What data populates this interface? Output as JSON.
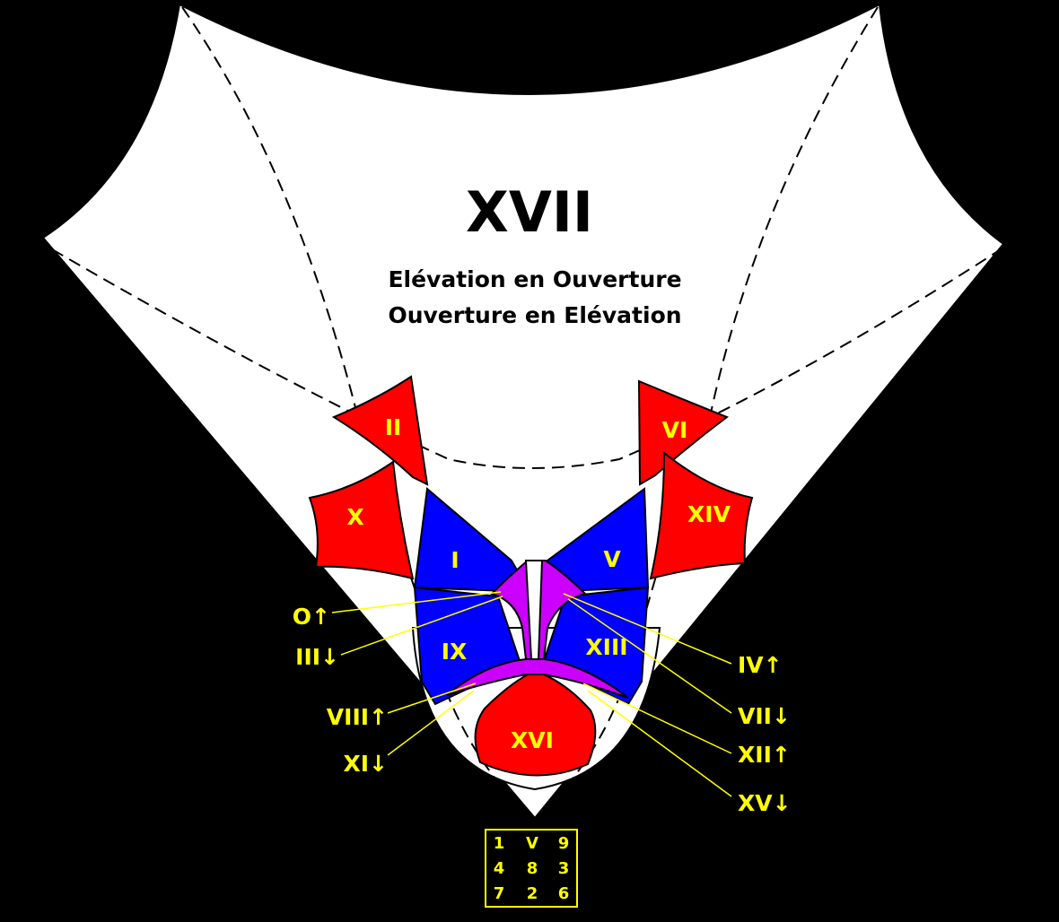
{
  "title": "XVII",
  "subtitle_lines": [
    "Elévation en Ouverture",
    "Ouverture en Elévation"
  ],
  "colors": {
    "background": "#000000",
    "paper": "#ffffff",
    "red_panel": "#ff0000",
    "blue_panel": "#0000ff",
    "magenta_core": "#cc00ff",
    "label": "#ffff00",
    "leader_line": "#ffff00"
  },
  "panel_labels": {
    "II": "II",
    "VI": "VI",
    "X": "X",
    "XIV": "XIV",
    "I": "I",
    "V": "V",
    "IX": "IX",
    "XIII": "XIII",
    "XVI": "XVI"
  },
  "callouts_left": [
    "O↑",
    "III↓",
    "VIII↑",
    "XI↓"
  ],
  "callouts_right": [
    "IV↑",
    "VII↓",
    "XII↑",
    "XV↓"
  ],
  "grid": {
    "rows": [
      [
        "1",
        "V",
        "9"
      ],
      [
        "4",
        "8",
        "3"
      ],
      [
        "7",
        "2",
        "6"
      ]
    ]
  }
}
